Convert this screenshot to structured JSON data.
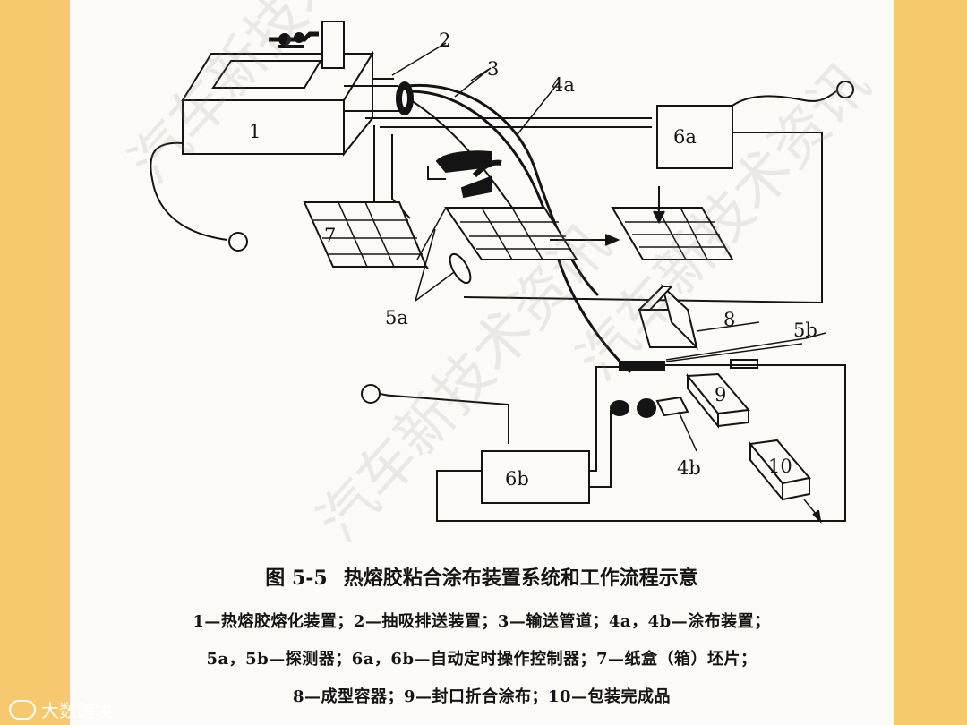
{
  "diagram": {
    "labels": {
      "n1": "1",
      "n2": "2",
      "n3": "3",
      "n4a": "4a",
      "n4b": "4b",
      "n5a": "5a",
      "n5b": "5b",
      "n6a": "6a",
      "n6b": "6b",
      "n7": "7",
      "n8": "8",
      "n9": "9",
      "n10": "10"
    }
  },
  "caption": {
    "figure_number": "图 5-5",
    "title": "热熔胶粘合涂布装置系统和工作流程示意"
  },
  "legend": {
    "line1": "1—热熔胶熔化装置；2—抽吸排送装置；3—输送管道；4a，4b—涂布装置；",
    "line2": "5a，5b—探测器；6a，6b—自动定时操作控制器；7—纸盒（箱）坯片；",
    "line3": "8—成型容器；9—封口折合涂布；10—包装完成品"
  },
  "watermark": "汽车新技术资讯",
  "logo": "大数跨境",
  "colors": {
    "background": "#f6c96f",
    "page": "#fbfaf6",
    "ink": "#141414"
  }
}
